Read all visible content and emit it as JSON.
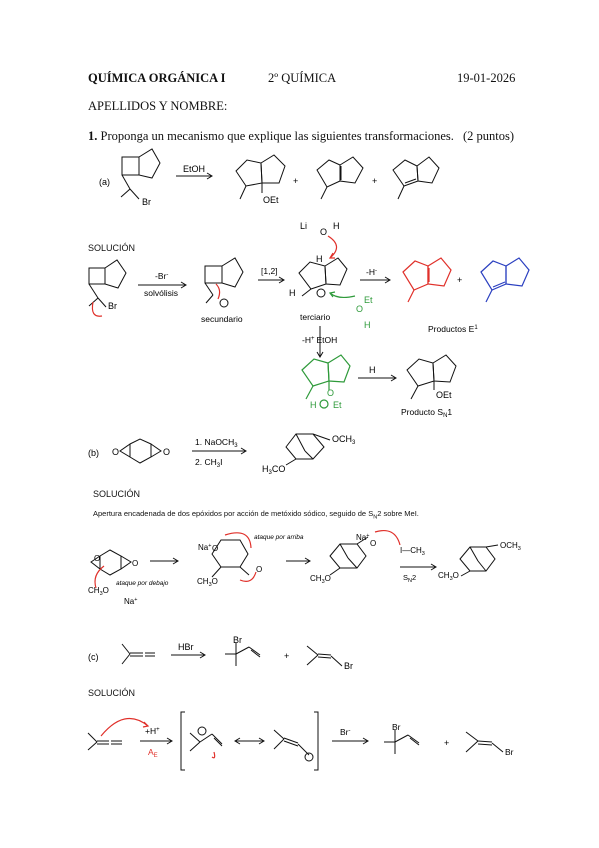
{
  "header": {
    "course": "QUÍMICA ORGÁNICA I",
    "year": "2º QUÍMICA",
    "date": "19-01-2026",
    "name_line": "APELLIDOS Y NOMBRE:"
  },
  "question": {
    "number": "1.",
    "text": "Proponga un mecanismo que explique las siguientes transformaciones.",
    "points": "(2 puntos)"
  },
  "part_a": {
    "label": "(a)",
    "reagent": "EtOH",
    "br": "Br",
    "oet": "OEt",
    "plus": "+",
    "solution_title": "SOLUCIÓN",
    "step1_reagent": "-Br",
    "step1_sup": "-",
    "step1_note": "solvólisis",
    "cation1": "secundario",
    "shift": "[1,2]",
    "cation2": "terciario",
    "h": "H",
    "li": "Li",
    "o": "O",
    "minus_h": "-H",
    "minus_h_sup": "-",
    "products_e": "Productos E",
    "products_e_sub": "1",
    "et": "Et",
    "down_reagent1": "-H",
    "down_reagent1_sup": "+",
    "down_reagent2": "EtOH",
    "product_sn": "Producto S",
    "product_sn_sub": "N",
    "product_sn_tail": "1",
    "final_reagent": "H",
    "final_oet": "OEt"
  },
  "part_b": {
    "label": "(b)",
    "reagent1": "1. NaOCH",
    "reagent1_sub": "3",
    "reagent2": "2. CH",
    "reagent2_sub": "3",
    "reagent2_tail": "I",
    "product_och3": "OCH",
    "product_och3_sub": "3",
    "product_h3co": "H",
    "product_h3co_sub": "3",
    "product_h3co_tail": "CO",
    "solution_title": "SOLUCIÓN",
    "solution_text": "Apertura encadenada de dos epóxidos por acción de metóxido sódico, seguido de S",
    "solution_text_sub": "N",
    "solution_text_tail": "2 sobre MeI.",
    "attack_below": "ataque por debajo",
    "attack_above": "ataque por arriba",
    "ch3o": "CH",
    "ch3o_sub": "3",
    "ch3o_tail": "O",
    "na": "Na",
    "na_sup": "+",
    "o_minus": "O",
    "i_ch3": "I—CH",
    "i_ch3_sub": "3",
    "sn2": "S",
    "sn2_sub": "N",
    "sn2_tail": "2",
    "final_och3": "OCH",
    "final_och3_sub": "3"
  },
  "part_c": {
    "label": "(c)",
    "reagent": "HBr",
    "br": "Br",
    "plus": "+",
    "solution_title": "SOLUCIÓN",
    "h_plus": "+H",
    "h_plus_sup": "+",
    "ae": "A",
    "ae_sub": "E",
    "br_minus": "Br",
    "br_minus_sup": "-"
  },
  "colors": {
    "ink": "#111111",
    "red": "#e0302a",
    "green": "#2e9a3a",
    "blue": "#2a3fc0"
  }
}
